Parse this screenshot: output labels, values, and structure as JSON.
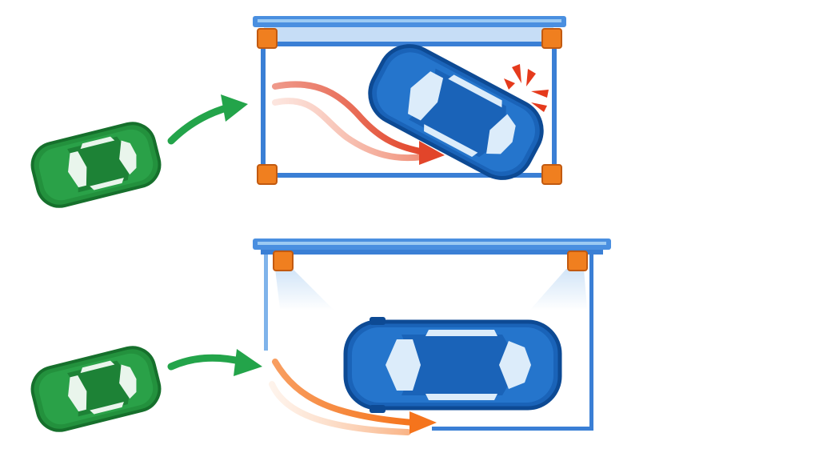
{
  "colors": {
    "frame": "#3a7fd5",
    "frame_beam_light": "#8cc0f0",
    "sensor": "#f07f1f",
    "sensor_outline": "#c25a10",
    "approaching_car": "#23913d",
    "approaching_car_dark": "#16702c",
    "parked_car": "#1a63b8",
    "parked_car_dark": "#0d4a94",
    "window": "#dcecfa",
    "approach_arrow": "#23a44a",
    "collision_path": "#e2452a",
    "collision_path_faded": "#f4a68f",
    "collision_mark": "#e53a1c",
    "guided_path": "#f5741c",
    "guided_path_faded": "#fbc8a3",
    "sensor_beam": "#d6e8f8"
  },
  "scenes": [
    {
      "id": "collision",
      "outcome": "impact",
      "sensor_count": 4,
      "sensor_positions": [
        "corner-top-left",
        "corner-top-right",
        "corner-bottom-left",
        "corner-bottom-right"
      ],
      "parked_car_orientation": "angled",
      "icons": [
        "approaching-car-icon",
        "approach-arrow-icon",
        "collision-path-icon",
        "parked-car-icon",
        "impact-burst-icon"
      ]
    },
    {
      "id": "guided",
      "outcome": "clear",
      "sensor_count": 2,
      "sensor_positions": [
        "ceiling-left",
        "ceiling-right"
      ],
      "parked_car_orientation": "straight",
      "icons": [
        "approaching-car-icon",
        "approach-arrow-icon",
        "guided-path-icon",
        "parked-car-icon",
        "sensor-beam-icon"
      ]
    }
  ]
}
